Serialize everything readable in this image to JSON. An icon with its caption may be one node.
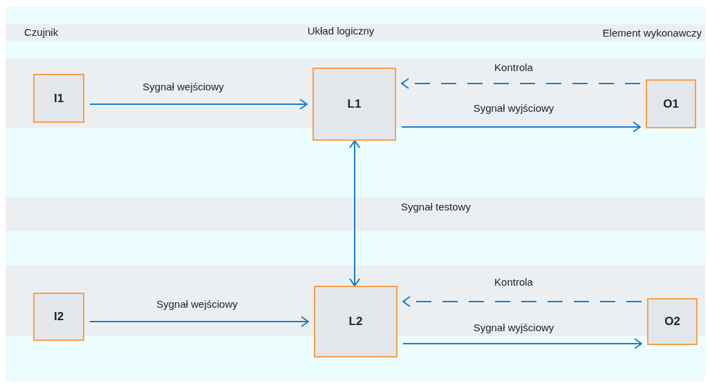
{
  "diagram": {
    "nodes": [
      {
        "text": [
          "I1"
        ]
      },
      {
        "text": [
          "L1"
        ]
      },
      {
        "text": [
          "O1"
        ]
      },
      {
        "text": [
          "I2"
        ]
      },
      {
        "text": [
          "L2"
        ]
      },
      {
        "text": [
          "O2"
        ]
      }
    ],
    "edges": [
      {
        "from": 0,
        "to": 1,
        "arrow": "to",
        "label": "Sygnał wejściowy"
      },
      {
        "from": 2,
        "to": 1,
        "arrow": "to",
        "label": "Kontrola",
        "style": "dashed"
      },
      {
        "from": 1,
        "to": 2,
        "arrow": "to",
        "label": "Sygnał wyjściowy"
      },
      {
        "from": 1,
        "to": 4,
        "arrow": "both",
        "label": "Sygnał testowy"
      },
      {
        "from": 3,
        "to": 4,
        "arrow": "to",
        "label": "Sygnał wejściowy"
      },
      {
        "from": 5,
        "to": 4,
        "arrow": "to",
        "label": "Kontrola",
        "style": "dashed"
      },
      {
        "from": 4,
        "to": 5,
        "arrow": "to",
        "label": "Sygnał wyjściowy"
      }
    ],
    "labels": [
      "Czujnik",
      "Układ logiczny",
      "Element wykonawczy"
    ]
  }
}
